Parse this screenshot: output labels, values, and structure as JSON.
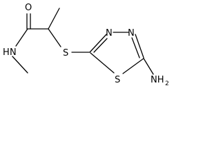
{
  "molecule": {
    "atoms": {
      "oxygen": "O",
      "amide_nitrogen": "N",
      "amide_hydrogen": "H",
      "sulfur_thioether": "S",
      "sulfur_ring": "S",
      "ring_nitrogen_1": "N",
      "ring_nitrogen_2": "N",
      "amine_label": "NH",
      "amine_subscript": "2"
    }
  }
}
